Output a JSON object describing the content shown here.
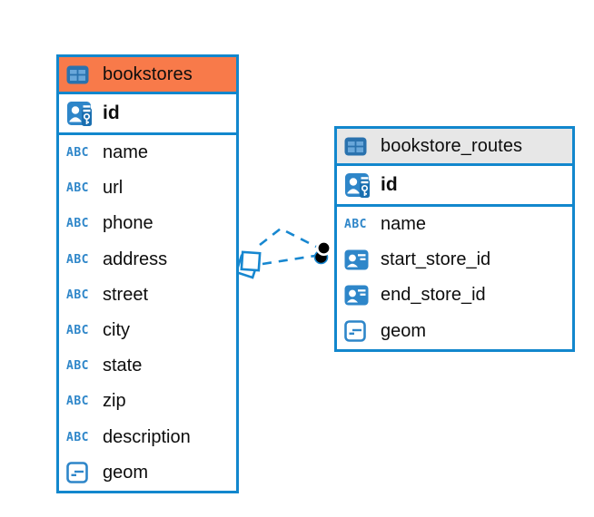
{
  "diagram": {
    "colors": {
      "accent_blue": "#1287CD",
      "icon_blue": "#2E86C9",
      "header_orange": "#F87A4A",
      "header_gray": "#E7E7E7",
      "relationship_blue": "#1787D0"
    },
    "icons": {
      "text_type_label": "ABC"
    },
    "tables": [
      {
        "name": "bookstores",
        "header_style": "orange",
        "primary_key": {
          "name": "id",
          "type": "primary-key"
        },
        "columns": [
          {
            "name": "name",
            "type": "text"
          },
          {
            "name": "url",
            "type": "text"
          },
          {
            "name": "phone",
            "type": "text"
          },
          {
            "name": "address",
            "type": "text"
          },
          {
            "name": "street",
            "type": "text"
          },
          {
            "name": "city",
            "type": "text"
          },
          {
            "name": "state",
            "type": "text"
          },
          {
            "name": "zip",
            "type": "text"
          },
          {
            "name": "description",
            "type": "text"
          },
          {
            "name": "geom",
            "type": "geometry"
          }
        ]
      },
      {
        "name": "bookstore_routes",
        "header_style": "gray",
        "primary_key": {
          "name": "id",
          "type": "primary-key"
        },
        "columns": [
          {
            "name": "name",
            "type": "text"
          },
          {
            "name": "start_store_id",
            "type": "foreign-key"
          },
          {
            "name": "end_store_id",
            "type": "foreign-key"
          },
          {
            "name": "geom",
            "type": "geometry"
          }
        ]
      }
    ],
    "relationship": {
      "from_table": "bookstores",
      "to_table": "bookstore_routes",
      "line_style": "dashed",
      "branch_count": 2
    }
  }
}
